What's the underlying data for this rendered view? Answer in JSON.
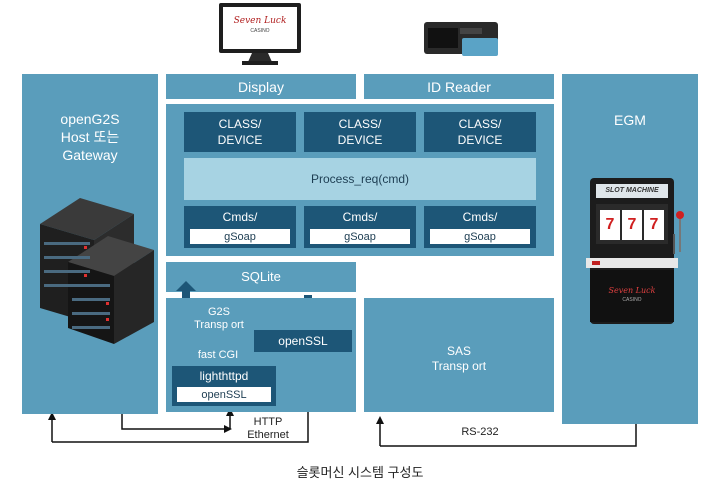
{
  "host": {
    "title": "openG2S\nHost 또는\nGateway"
  },
  "display": {
    "label": "Display",
    "logo_text": "Seven Luck",
    "logo_sub": "CASINO"
  },
  "id_reader": {
    "label": "ID Reader"
  },
  "egm": {
    "label": "EGM",
    "machine_label": "SLOT MACHINE",
    "reel_values": [
      "7",
      "7",
      "7"
    ],
    "logo_text": "Seven Luck",
    "logo_sub": "CASINO"
  },
  "stack": {
    "class_devices": [
      "CLASS/\nDEVICE",
      "CLASS/\nDEVICE",
      "CLASS/\nDEVICE"
    ],
    "process_label": "Process_req(cmd)",
    "cmds": [
      {
        "cmd": "Cmds/",
        "soap": "gSoap"
      },
      {
        "cmd": "Cmds/",
        "soap": "gSoap"
      },
      {
        "cmd": "Cmds/",
        "soap": "gSoap"
      }
    ],
    "sqlite": "SQLite",
    "g2s_transport": "G2S\nTransp ort",
    "fast_cgi": "fast CGI",
    "openssl_right": "openSSL",
    "lighthttpd": "lighthttpd",
    "openssl_left": "openSSL"
  },
  "sas": {
    "label": "SAS\nTransp ort"
  },
  "connections": {
    "http": "HTTP\nEthernet",
    "rs232": "RS-232"
  },
  "caption": "슬롯머신 시스템 구성도",
  "colors": {
    "panel": "#5a9dbb",
    "dark_box": "#1d5677",
    "light_box": "#a7d3e3"
  }
}
